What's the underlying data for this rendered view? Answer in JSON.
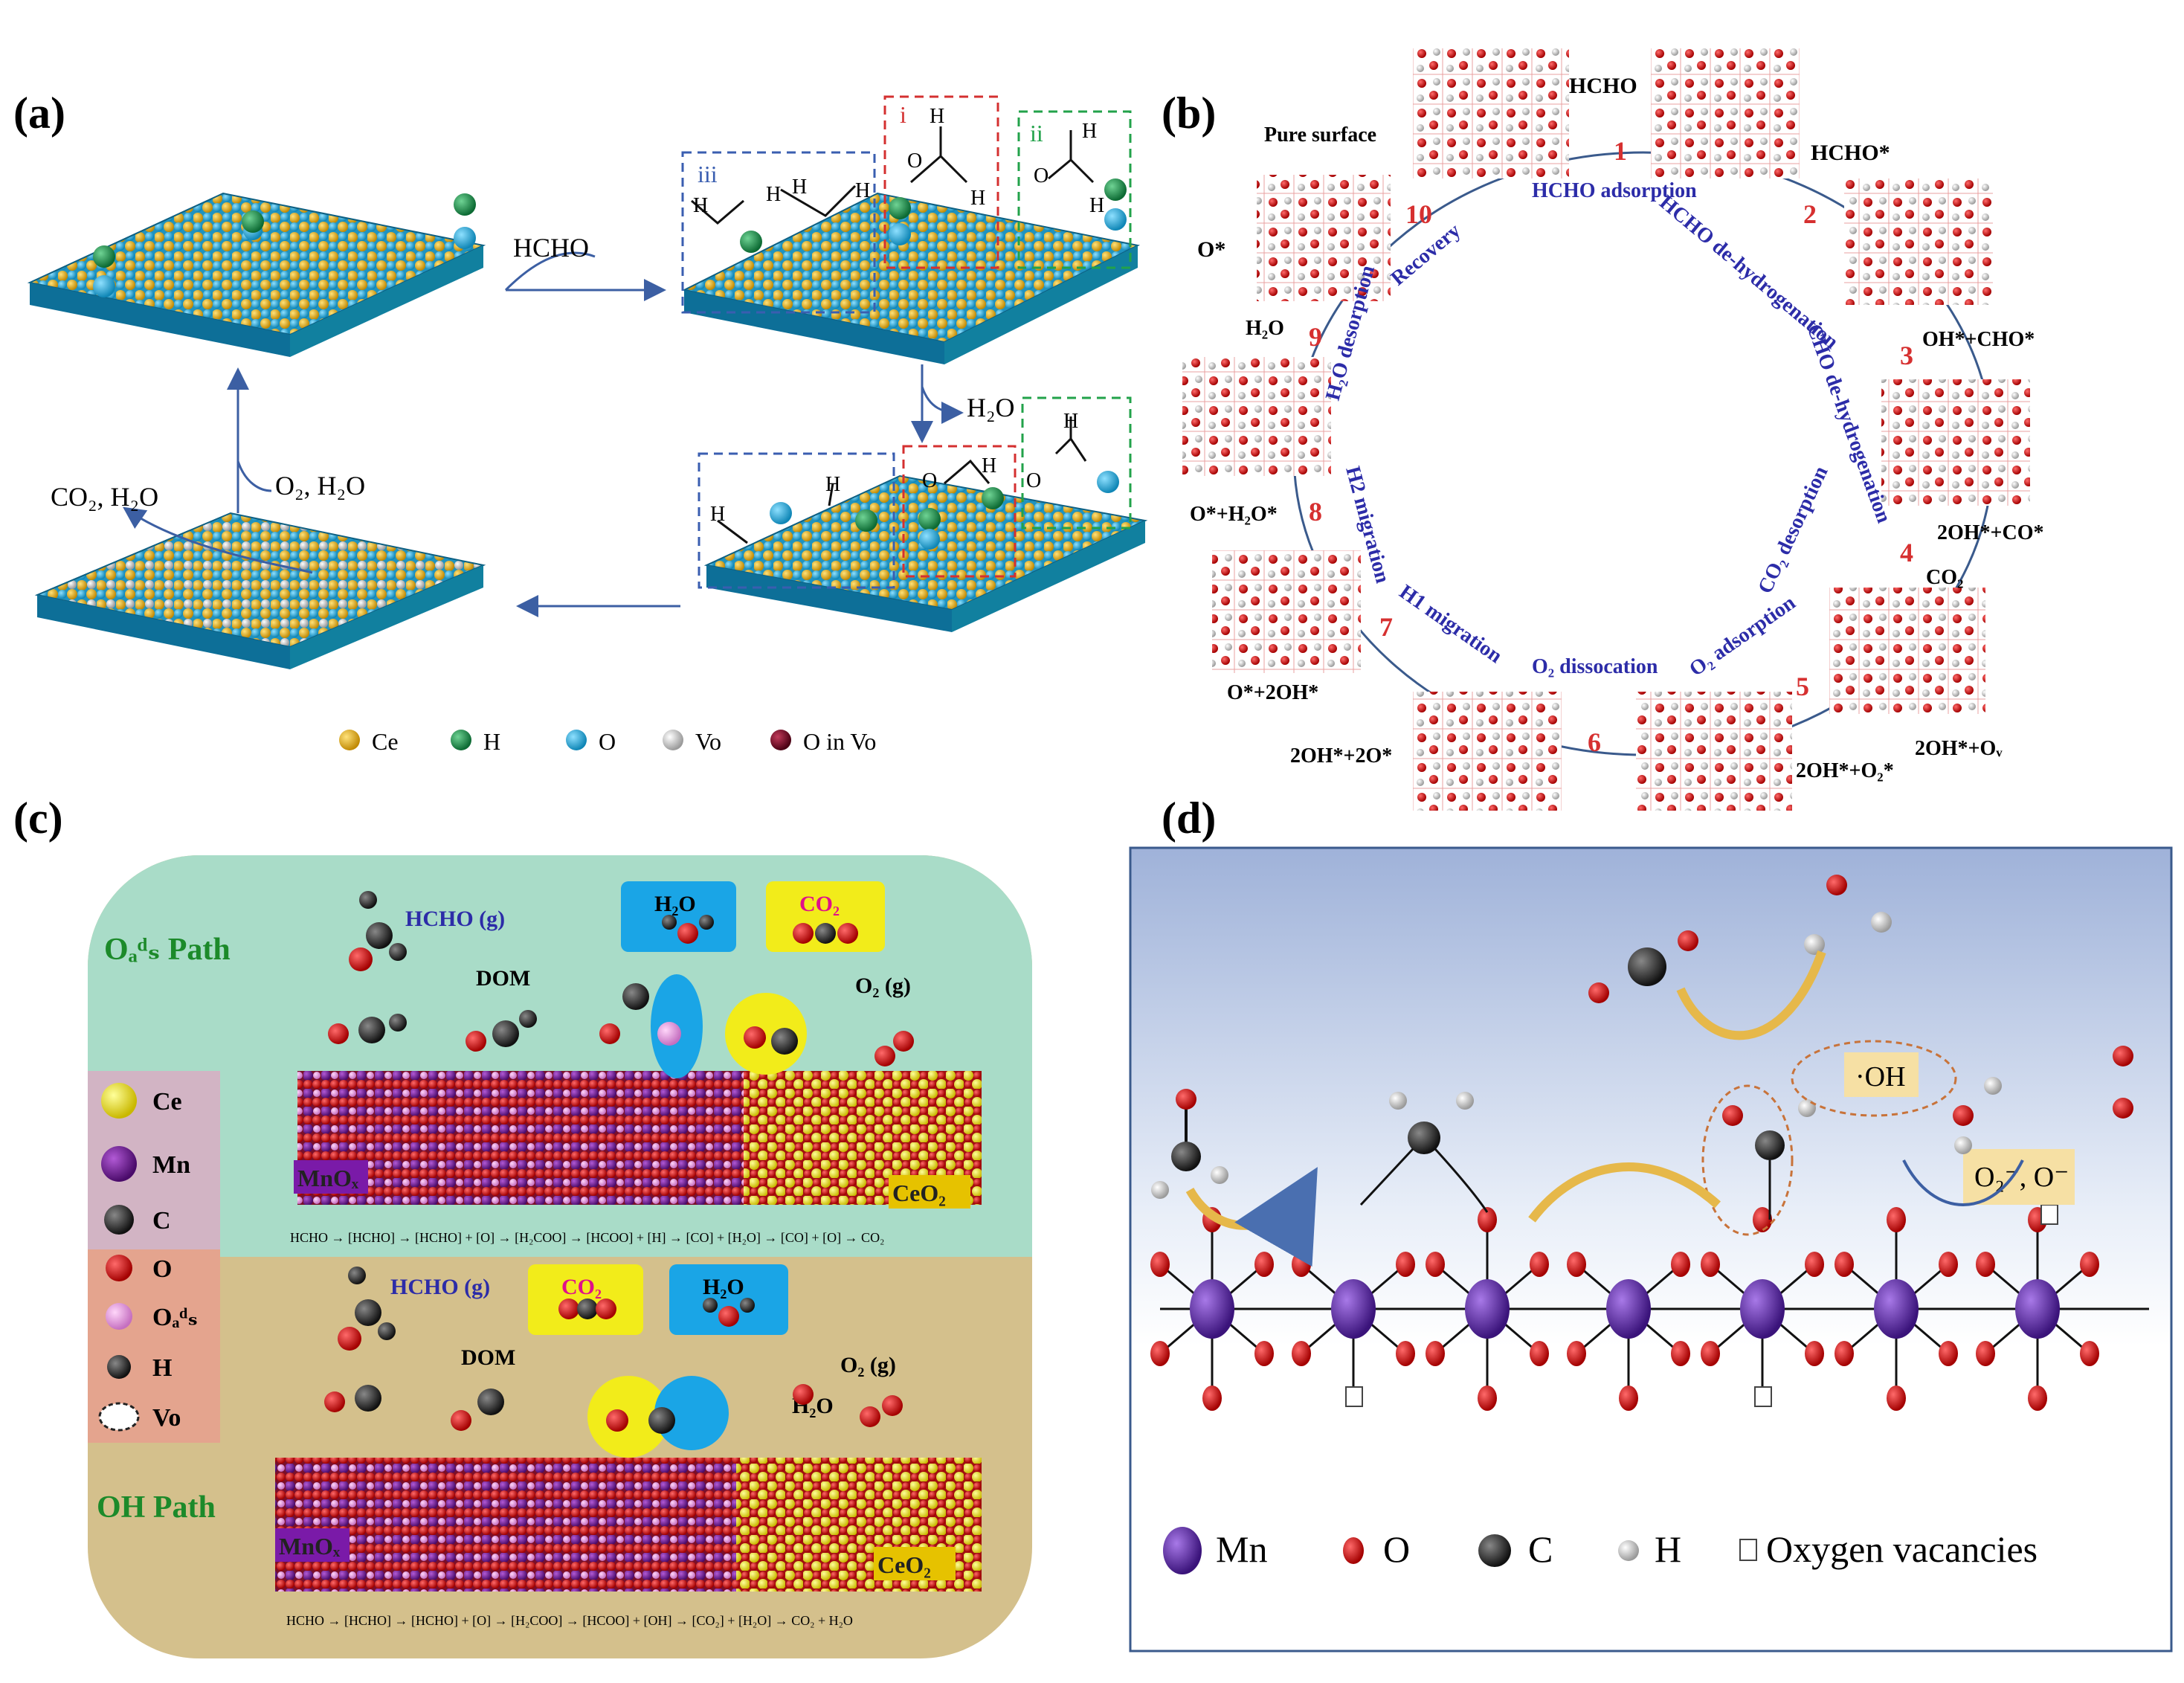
{
  "panel_a": {
    "label": "(a)",
    "reactant_top": "HCHO",
    "product_mid": "H₂O",
    "left_arrow_reactants": "O₂, H₂O",
    "left_products": "CO₂, H₂O",
    "box_i": "i",
    "box_ii": "ii",
    "box_iii": "iii",
    "legend": [
      {
        "label": "Ce",
        "color": "#e0ab1d"
      },
      {
        "label": "H",
        "color": "#1a8a46"
      },
      {
        "label": "O",
        "color": "#25a2d0"
      },
      {
        "label": "Vo",
        "color": "#f2f2f2"
      },
      {
        "label": "O in Vo",
        "color": "#7b0f2a"
      }
    ]
  },
  "panel_b": {
    "label": "(b)",
    "pure_surface": "Pure surface",
    "hcho": "HCHO",
    "hcho_star": "HCHO*",
    "oh_cho": "OH*+CHO*",
    "oh2_co": "2OH*+CO*",
    "co2": "CO₂",
    "oh2_ov": "2OH*+Oᵥ",
    "oh2_o2": "2OH*+O₂*",
    "oh2_2o": "2OH*+2O*",
    "o_2oh": "O*+2OH*",
    "o_h2o": "O*+H₂O*",
    "h2o": "H₂O",
    "o_star": "O*",
    "steps": [
      {
        "num": "1",
        "text": "HCHO adsorption"
      },
      {
        "num": "2",
        "text": "HCHO de-hydrogenation"
      },
      {
        "num": "3",
        "text": "CHO de-hydrogenation"
      },
      {
        "num": "4",
        "text": "CO₂ desorption"
      },
      {
        "num": "5",
        "text": "O₂ adsorption"
      },
      {
        "num": "6",
        "text": "O₂ dissocation"
      },
      {
        "num": "7",
        "text": "H1 migration"
      },
      {
        "num": "8",
        "text": "H2 migration"
      },
      {
        "num": "9",
        "text": "H₂O desorption"
      },
      {
        "num": "10",
        "text": "Recovery"
      }
    ]
  },
  "panel_c": {
    "label": "(c)",
    "oads_path": "Oₐᵈₛ Path",
    "oh_path": "OH Path",
    "hcho_g": "HCHO (g)",
    "dom": "DOM",
    "o2_g": "O₂ (g)",
    "h2o": "H₂O",
    "co2": "CO₂",
    "mnox": "MnOₓ",
    "ceo2": "CeO₂",
    "eq_top": "HCHO → [HCHO] → [HCHO] + [O] → [H₂COO] → [HCOO] + [H] → [CO] + [H₂O] → [CO] + [O] → CO₂",
    "eq_bottom": "HCHO → [HCHO] → [HCHO] + [O] → [H₂COO] → [HCOO] + [OH] → [CO₂] + [H₂O] → CO₂ + H₂O",
    "legend": [
      {
        "label": "Ce",
        "color": "#f2ea1a"
      },
      {
        "label": "Mn",
        "color": "#6a1f8a"
      },
      {
        "label": "C",
        "color": "#111111"
      },
      {
        "label": "O",
        "color": "#e01010"
      },
      {
        "label": "Oₐᵈₛ",
        "color": "#e39be0"
      },
      {
        "label": "H",
        "color": "#777777"
      },
      {
        "label": "Vo",
        "color": "#ffffff"
      }
    ]
  },
  "panel_d": {
    "label": "(d)",
    "oh_radical": "·OH",
    "o2_minus": "O₂⁻, O⁻",
    "legend": [
      {
        "label": "Mn",
        "color": "#5b2bb0"
      },
      {
        "label": "O",
        "color": "#c0101a"
      },
      {
        "label": "C",
        "color": "#333333"
      },
      {
        "label": "H",
        "color": "#f0f0f0"
      },
      {
        "label": "Oxygen vacancies",
        "color": "#ffffff"
      }
    ]
  }
}
